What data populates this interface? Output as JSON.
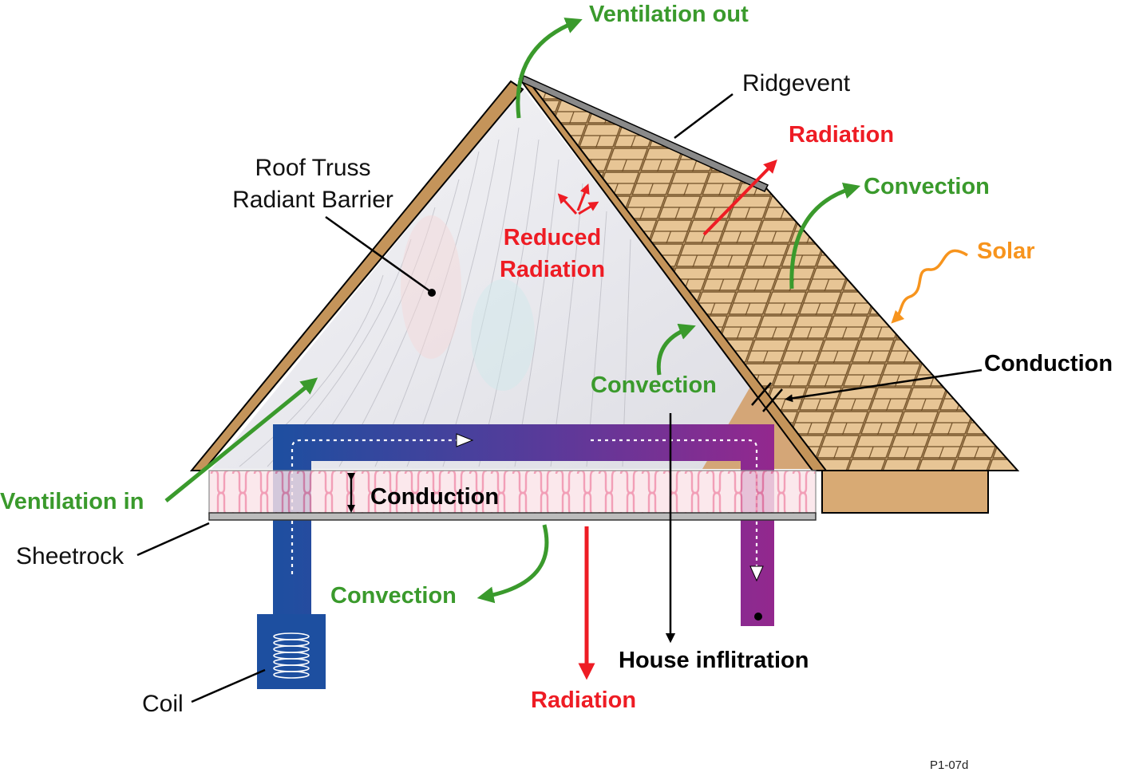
{
  "colors": {
    "green": "#3a9a2c",
    "red": "#ee1c24",
    "orange": "#f7941d",
    "duct_blue": "#1d4fa0",
    "duct_purple": "#93288e",
    "wood": "#a77a3e",
    "shingle": "#e2be8c",
    "insulation_pink": "#f08aa8"
  },
  "labels": {
    "ventilation_out": "Ventilation out",
    "ridgevent": "Ridgevent",
    "radiation_top": "Radiation",
    "convection_top": "Convection",
    "roof_truss_line1": "Roof Truss",
    "roof_truss_line2": "Radiant Barrier",
    "reduced_line1": "Reduced",
    "reduced_line2": "Radiation",
    "solar": "Solar",
    "conduction_right": "Conduction",
    "convection_middle": "Convection",
    "ventilation_in": "Ventilation in",
    "conduction_insulation": "Conduction",
    "sheetrock": "Sheetrock",
    "convection_bottom": "Convection",
    "house_infiltration": "House inflitration",
    "coil": "Coil",
    "radiation_bottom": "Radiation",
    "figure_id": "P1-07d"
  },
  "icons": {
    "coil": "coil-icon",
    "duct_flow": "flow-arrow-icon"
  }
}
